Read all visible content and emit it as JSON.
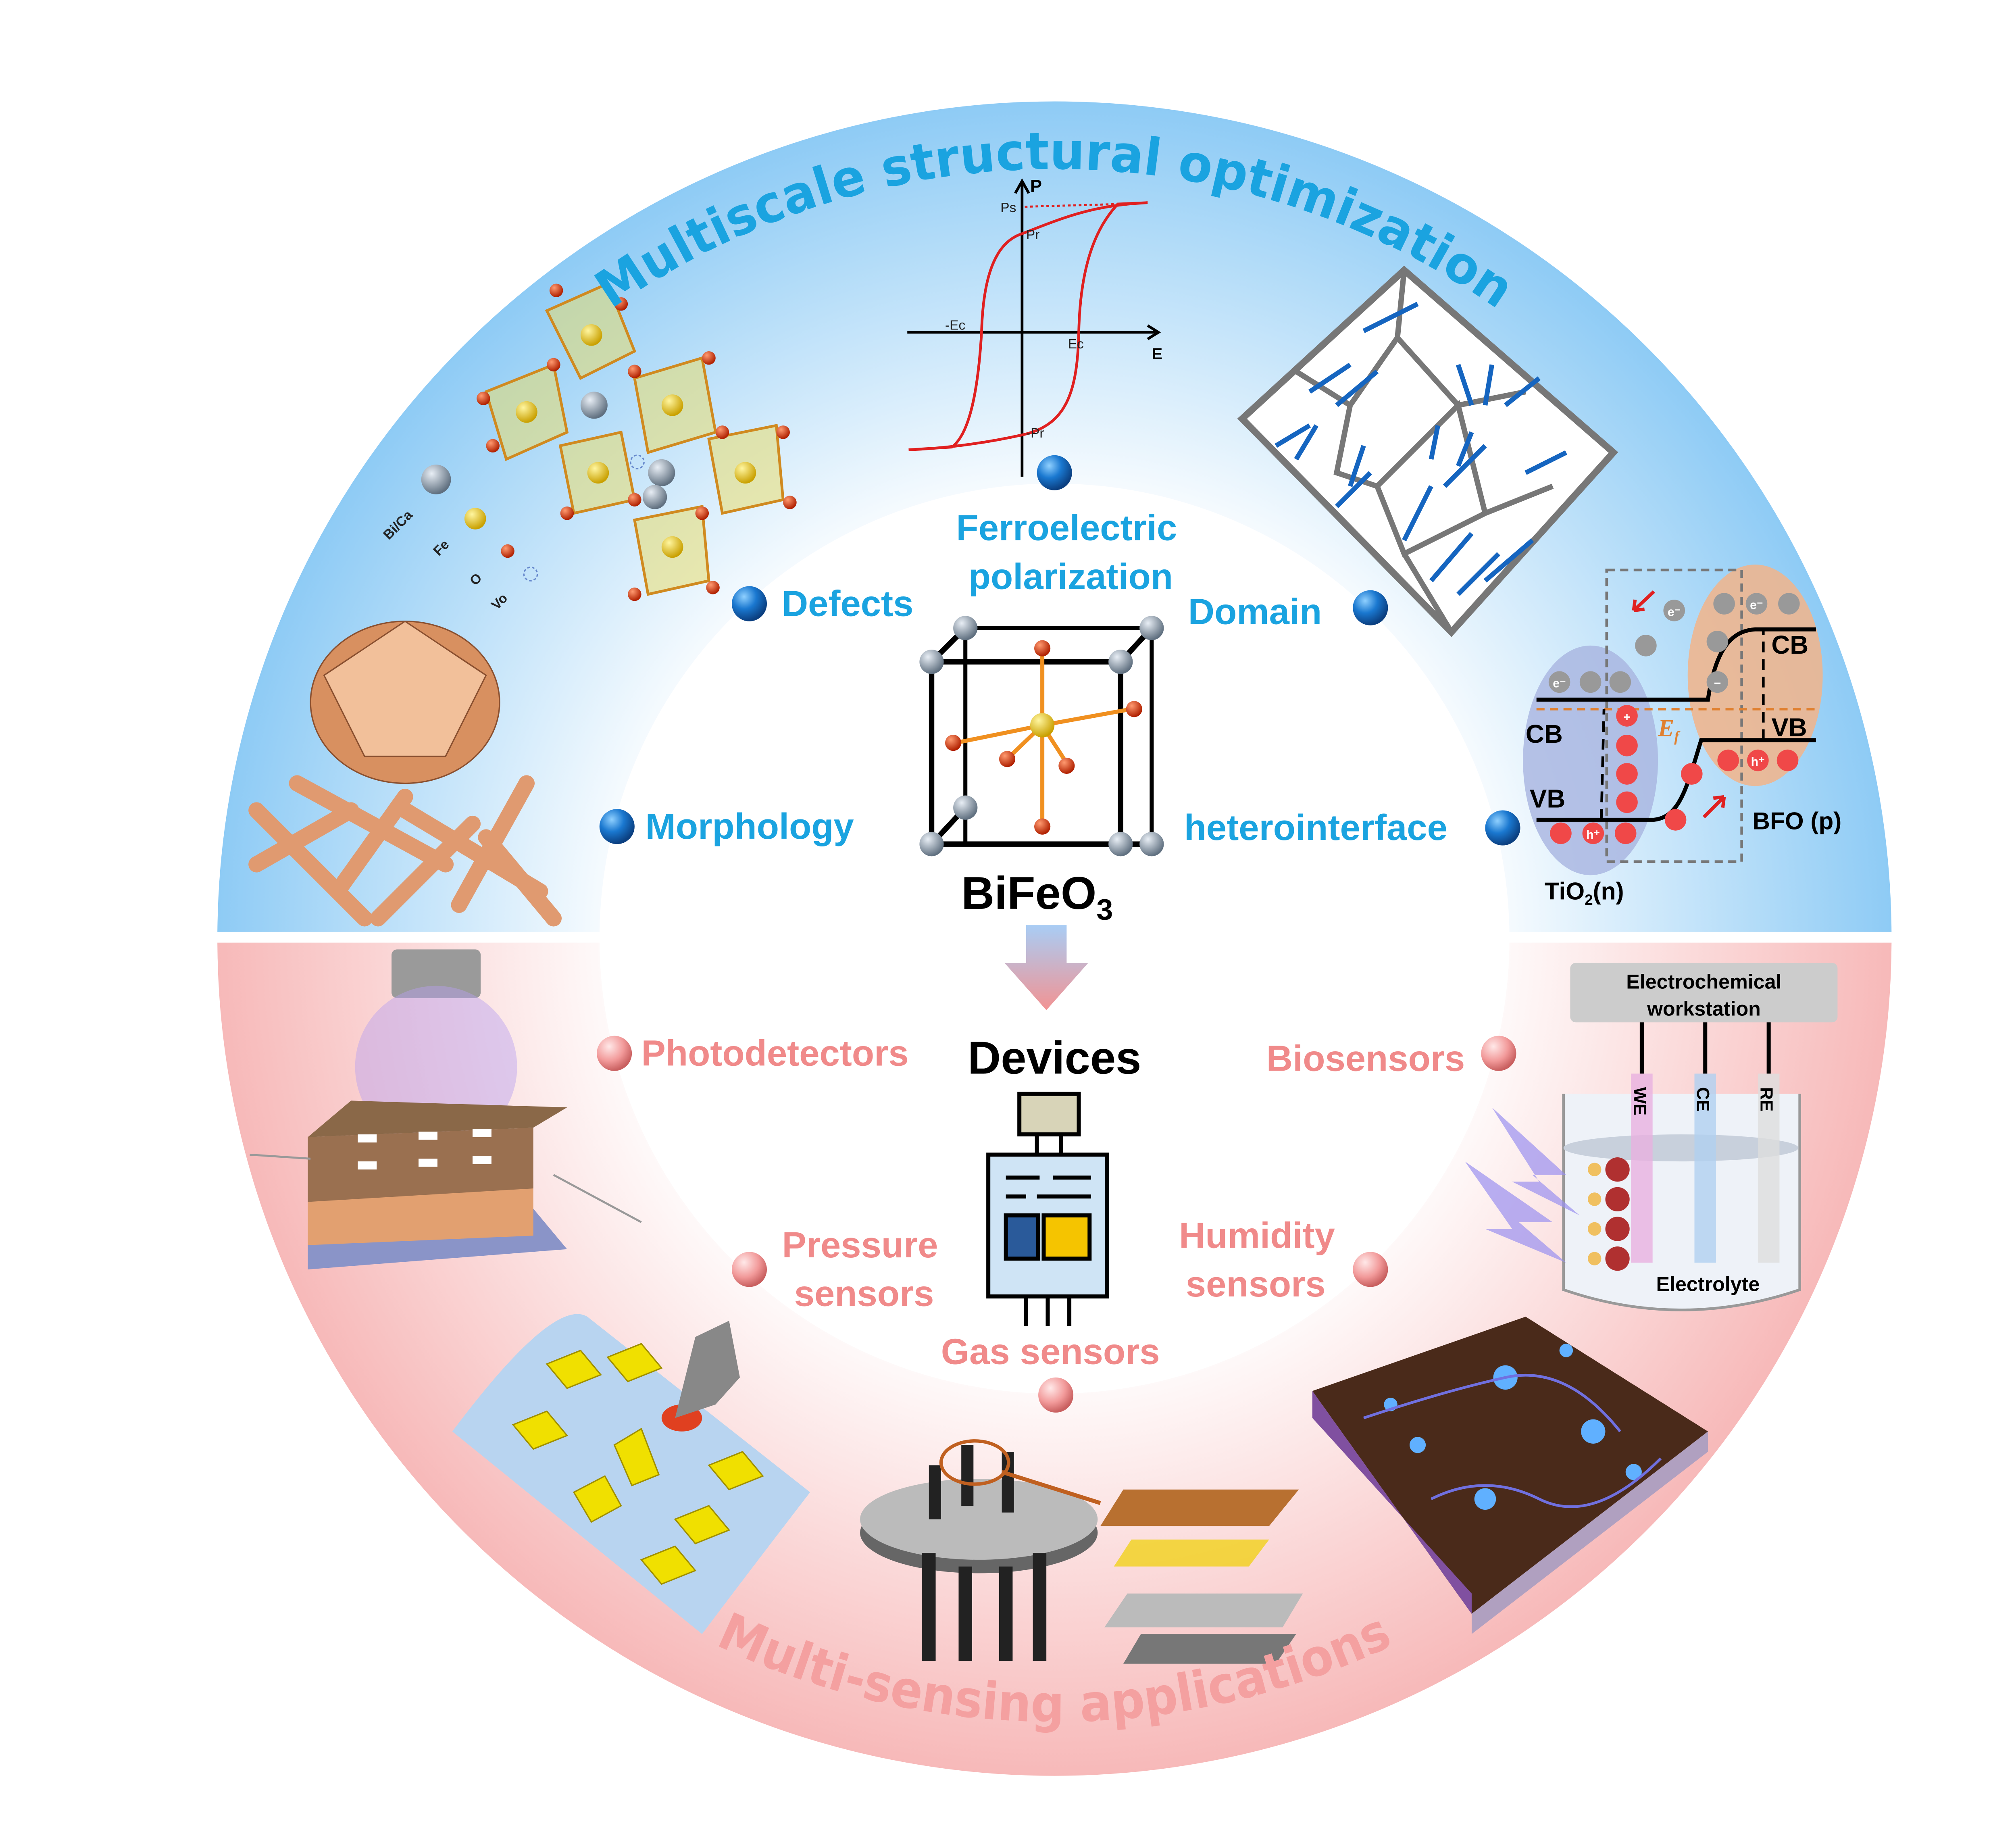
{
  "titles": {
    "top_arc": "Multiscale structural optimization",
    "bottom_arc": "Multi-sensing applications"
  },
  "center": {
    "material": "BiFeO",
    "material_subscript": "3",
    "devices": "Devices"
  },
  "optimization_labels": {
    "ferroelectric_line1": "Ferroelectric",
    "ferroelectric_line2": "polarization",
    "defects": "Defects",
    "domain": "Domain",
    "morphology": "Morphology",
    "heterointerface": "heterointerface"
  },
  "application_labels": {
    "photodetectors": "Photodetectors",
    "biosensors": "Biosensors",
    "pressure_line1": "Pressure",
    "pressure_line2": "sensors",
    "humidity_line1": "Humidity",
    "humidity_line2": "sensors",
    "gas": "Gas sensors"
  },
  "hysteresis": {
    "y_axis": "P",
    "x_axis": "E",
    "ps": "Ps",
    "pr": "Pr",
    "neg_pr": "-Pr",
    "ec": "Ec",
    "neg_ec": "-Ec"
  },
  "defects_legend": {
    "bica": "Bi/Ca",
    "fe": "Fe",
    "o": "O",
    "vo": "Vo"
  },
  "band_diagram": {
    "electron": "e⁻",
    "hole": "h⁺",
    "plus": "+",
    "minus": "−",
    "cb_left": "CB",
    "vb_left": "VB",
    "cb_right": "CB",
    "vb_right": "VB",
    "fermi": "E",
    "fermi_sub": "f",
    "tio2": "TiO",
    "tio2_sub": "2",
    "tio2_suffix": "(n)",
    "bfo": "BFO (p)"
  },
  "electrochem": {
    "workstation_line1": "Electrochemical",
    "workstation_line2": "workstation",
    "we": "WE",
    "ce": "CE",
    "re": "RE",
    "electrolyte": "Electrolyte"
  },
  "colors": {
    "blue_accent": "#1aa3e0",
    "pink_accent": "#f08a8a",
    "blue_bg": "#9fd3f7",
    "pink_bg": "#f9c9c9"
  }
}
